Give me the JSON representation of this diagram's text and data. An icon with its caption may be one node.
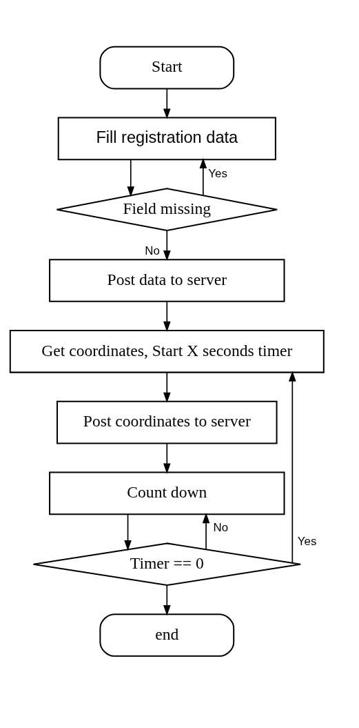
{
  "diagram": {
    "nodes": [
      {
        "text": [
          "Start"
        ]
      },
      {
        "text": [
          "Fill registration data"
        ]
      },
      {
        "text": [
          "Field missing"
        ]
      },
      {
        "text": [
          "Post data to server"
        ]
      },
      {
        "text": [
          "Get coordinates, Start X seconds timer"
        ]
      },
      {
        "text": [
          "Post coordinates to server"
        ]
      },
      {
        "text": [
          "Count down"
        ]
      },
      {
        "text": [
          "Timer == 0"
        ]
      },
      {
        "text": [
          "end"
        ]
      }
    ],
    "edges": [
      {
        "from": 0,
        "to": 1,
        "arrow": "to"
      },
      {
        "from": 1,
        "to": 2,
        "arrow": "to"
      },
      {
        "from": 2,
        "to": 1,
        "arrow": "to",
        "label": "Yes"
      },
      {
        "from": 2,
        "to": 3,
        "arrow": "to",
        "label": "No"
      },
      {
        "from": 3,
        "to": 4,
        "arrow": "to"
      },
      {
        "from": 4,
        "to": 5,
        "arrow": "to"
      },
      {
        "from": 5,
        "to": 6,
        "arrow": "to"
      },
      {
        "from": 6,
        "to": 7,
        "arrow": "to"
      },
      {
        "from": 7,
        "to": 6,
        "arrow": "to",
        "label": "No"
      },
      {
        "from": 7,
        "to": 4,
        "arrow": "to",
        "label": "Yes"
      },
      {
        "from": 7,
        "to": 8,
        "arrow": "to"
      }
    ]
  }
}
